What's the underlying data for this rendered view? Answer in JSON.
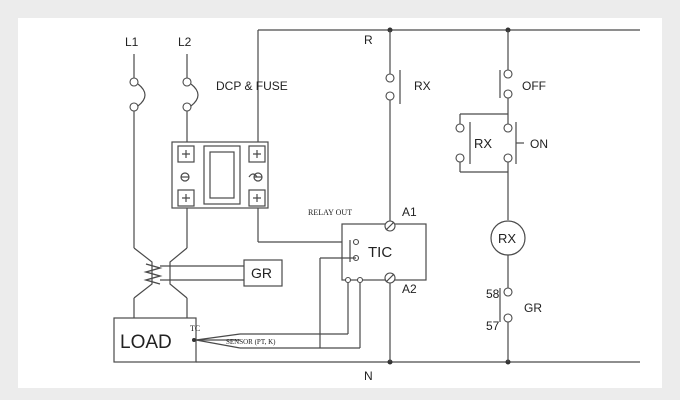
{
  "labels": {
    "l1": "L1",
    "l2": "L2",
    "r": "R",
    "n": "N",
    "dcp_fuse": "DCP & FUSE",
    "rx_contact": "RX",
    "off": "OFF",
    "on": "ON",
    "rx_hold": "RX",
    "rx_coil": "RX",
    "relay_out": "RELAY OUT",
    "a1": "A1",
    "a2": "A2",
    "tic": "TIC",
    "gr_block": "GR",
    "gr_lamp": "GR",
    "t58": "58",
    "t57": "57",
    "load": "LOAD",
    "tc": "TC",
    "sensor": "SENSOR  (PT, K)"
  },
  "colors": {
    "background": "#ececec",
    "panel": "#ffffff",
    "line": "#4a4a4a"
  }
}
